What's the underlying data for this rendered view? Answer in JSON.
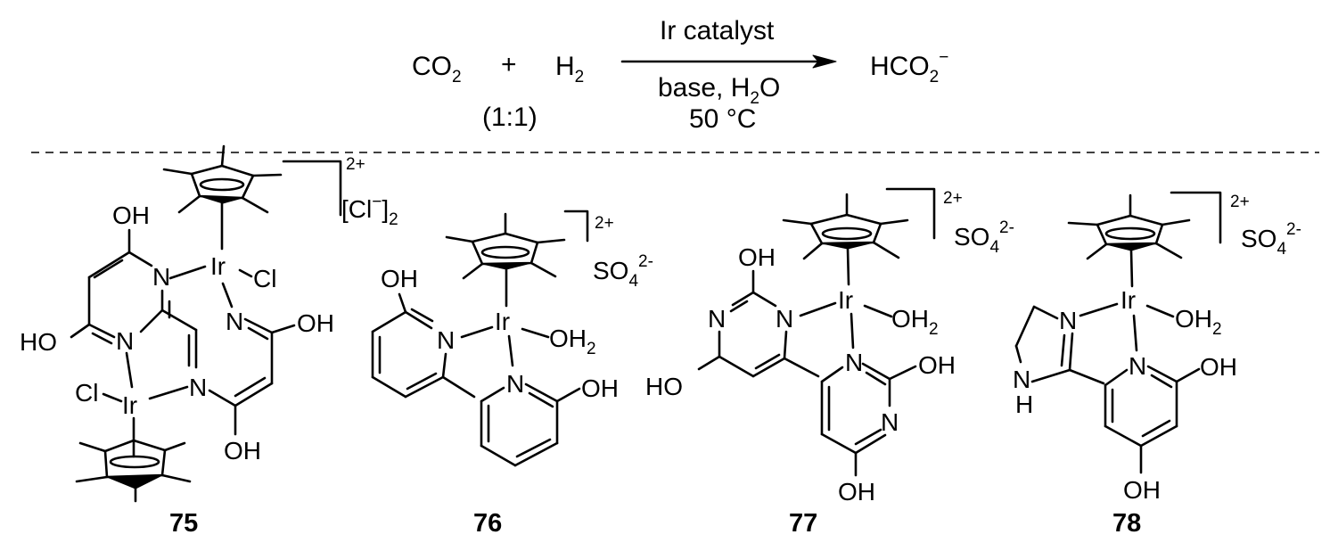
{
  "reaction": {
    "reactant1": "CO",
    "reactant1_sub": "2",
    "plus": "+",
    "reactant2": "H",
    "reactant2_sub": "2",
    "ratio": "(1:1)",
    "catalyst": "Ir catalyst",
    "conditions_line1_a": "base, H",
    "conditions_line1_sub": "2",
    "conditions_line1_b": "O",
    "conditions_line2": "50 °C",
    "product": "HCO",
    "product_sub": "2",
    "product_sup": "−"
  },
  "compounds": [
    {
      "number": "75",
      "charge": "2+",
      "counterion": "[Cl",
      "counterion_sup": "−",
      "counterion_close": "]",
      "counterion_sub": "2",
      "metal": "Ir",
      "ligand_cl": "Cl",
      "oh": "OH",
      "ho": "HO",
      "n": "N"
    },
    {
      "number": "76",
      "charge": "2+",
      "counterion": "SO",
      "counterion_sub": "4",
      "counterion_sup": "2-",
      "metal": "Ir",
      "aqua": "OH",
      "aqua_sub": "2",
      "oh": "OH",
      "n": "N"
    },
    {
      "number": "77",
      "charge": "2+",
      "counterion": "SO",
      "counterion_sub": "4",
      "counterion_sup": "2-",
      "metal": "Ir",
      "aqua": "OH",
      "aqua_sub": "2",
      "oh": "OH",
      "ho": "HO",
      "n": "N"
    },
    {
      "number": "78",
      "charge": "2+",
      "counterion": "SO",
      "counterion_sub": "4",
      "counterion_sup": "2-",
      "metal": "Ir",
      "aqua": "OH",
      "aqua_sub": "2",
      "oh": "OH",
      "n": "N",
      "h": "H"
    }
  ]
}
